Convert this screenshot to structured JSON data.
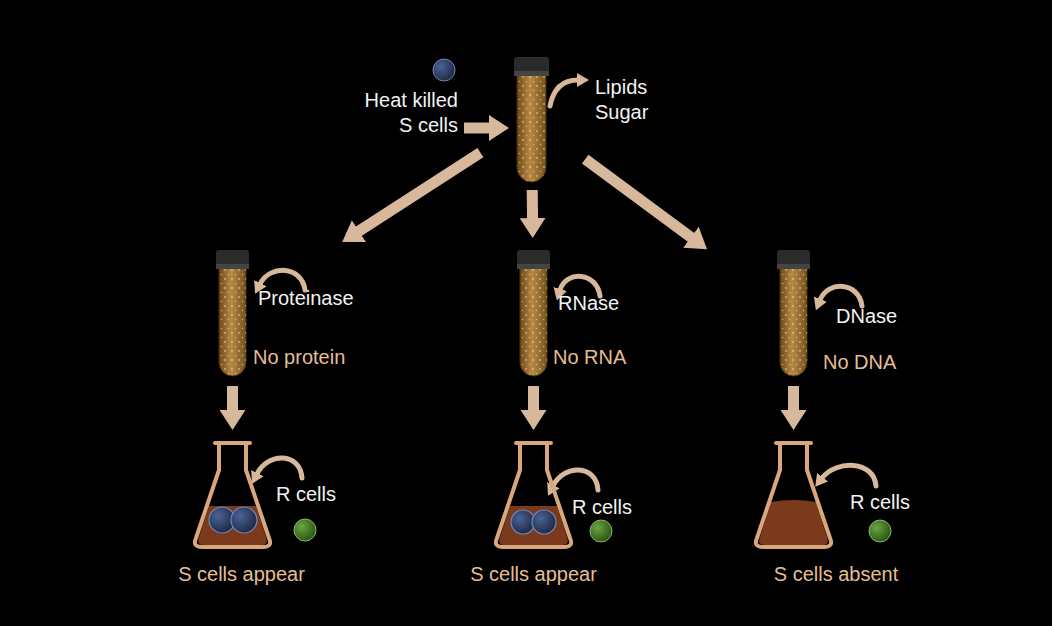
{
  "diagram": {
    "nodes": [
      {
        "text": [
          "Lipids Sugar"
        ]
      },
      {
        "text": [
          "Proteinase",
          "No protein"
        ]
      },
      {
        "text": [
          "RNase",
          "No RNA"
        ]
      },
      {
        "text": [
          "DNase",
          "No DNA"
        ]
      },
      {
        "text": [
          "R cells",
          "S cells appear"
        ]
      },
      {
        "text": [
          "R cells",
          "S cells appear"
        ]
      },
      {
        "text": [
          "R cells",
          "S cells absent"
        ]
      }
    ],
    "edges": [
      {
        "from": 0,
        "to": 1,
        "arrow": "to"
      },
      {
        "from": 0,
        "to": 2,
        "arrow": "to"
      },
      {
        "from": 0,
        "to": 3,
        "arrow": "to"
      },
      {
        "from": 1,
        "to": 4,
        "arrow": "to"
      },
      {
        "from": 2,
        "to": 5,
        "arrow": "to"
      },
      {
        "from": 3,
        "to": 6,
        "arrow": "to"
      }
    ],
    "labels": [
      "Heat killed S cells"
    ]
  }
}
